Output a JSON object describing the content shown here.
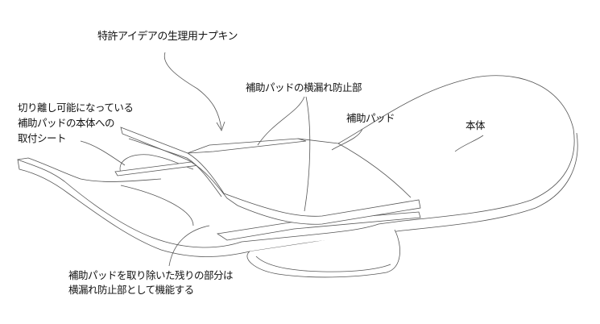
{
  "title": "特許アイデアの生理用ナプキン",
  "labels": {
    "side_leak_guard": "補助パッドの横漏れ防止部",
    "attach_sheet": [
      "切り離し可能になっている",
      "補助パッドの本体への",
      "取付シート"
    ],
    "aux_pad": "補助パッド",
    "main_body": "本体",
    "remaining_part": [
      "補助パッドを取り除いた残りの部分は",
      "横漏れ防止部として機能する"
    ]
  }
}
